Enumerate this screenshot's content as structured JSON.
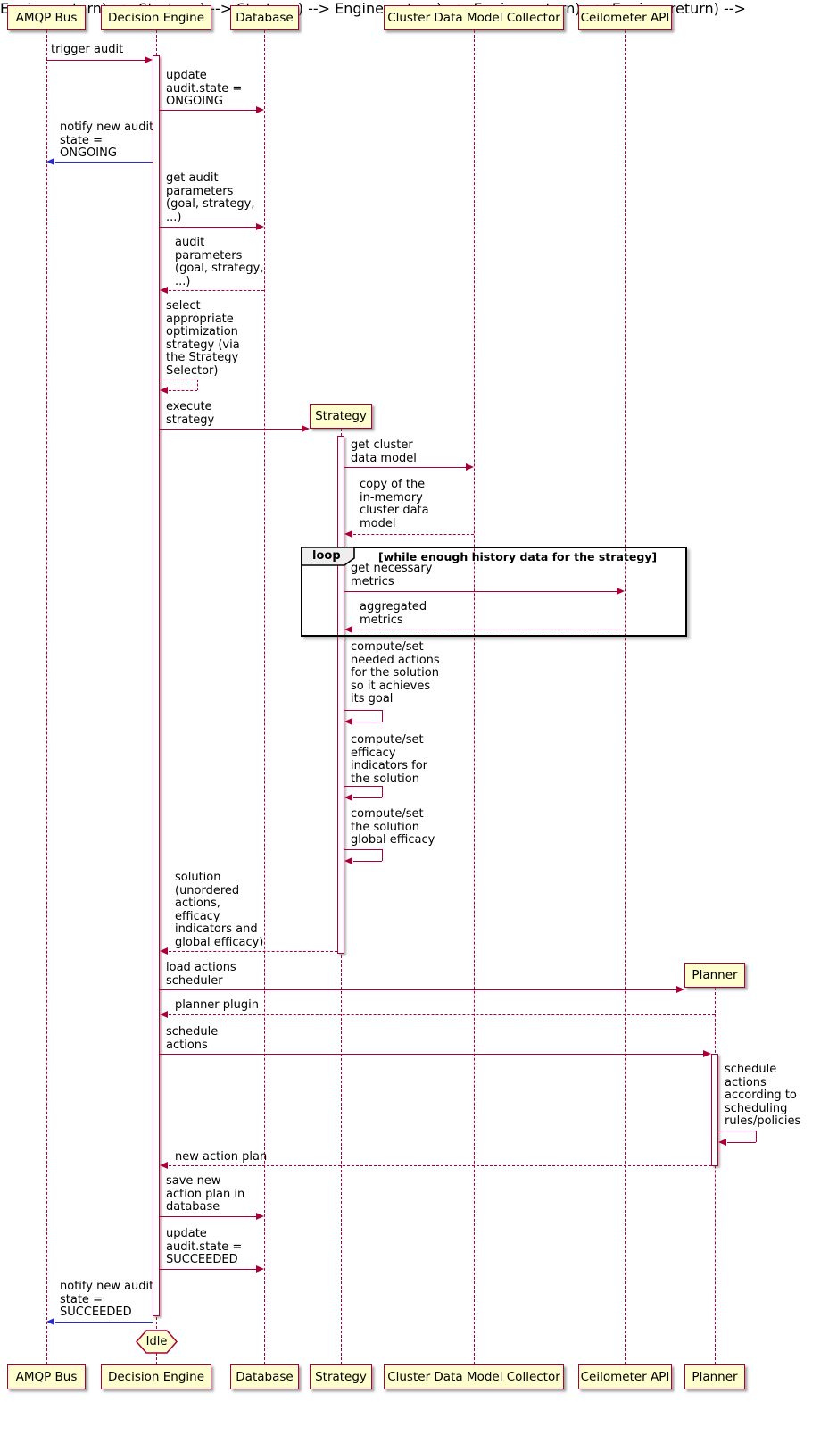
{
  "diagram_type": "sequence",
  "participants": {
    "amqp": "AMQP Bus",
    "engine": "Decision Engine",
    "db": "Database",
    "strategy": "Strategy",
    "cdmc": "Cluster Data Model Collector",
    "ceilometer": "Ceilometer API",
    "planner": "Planner"
  },
  "loop_frame": {
    "label": "loop",
    "condition": "[while enough history data for the strategy]"
  },
  "end_state": {
    "label": "Idle"
  },
  "messages": [
    {
      "id": "trigger-audit",
      "text": "trigger audit"
    },
    {
      "id": "update-state-ongoing",
      "text": "update\naudit.state =\nONGOING"
    },
    {
      "id": "notify-state-ongoing",
      "text": "notify new audit\nstate =\nONGOING"
    },
    {
      "id": "get-audit-parameters",
      "text": "get audit\nparameters\n(goal, strategy,\n...)"
    },
    {
      "id": "return-audit-parameters",
      "text": "audit\nparameters\n(goal, strategy,\n...)"
    },
    {
      "id": "select-strategy",
      "text": "select\nappropriate\noptimization\nstrategy (via\nthe Strategy\nSelector)"
    },
    {
      "id": "execute-strategy",
      "text": "execute\nstrategy"
    },
    {
      "id": "get-cluster-data-model",
      "text": "get cluster\ndata model"
    },
    {
      "id": "return-cluster-data-model",
      "text": "copy of the\nin-memory\ncluster data\nmodel"
    },
    {
      "id": "get-necessary-metrics",
      "text": "get necessary\nmetrics"
    },
    {
      "id": "return-aggregated-metrics",
      "text": "aggregated\nmetrics"
    },
    {
      "id": "compute-needed-actions",
      "text": "compute/set\nneeded actions\nfor the solution\nso it achieves\nits goal"
    },
    {
      "id": "compute-efficacy-indicators",
      "text": "compute/set\nefficacy\nindicators for\nthe solution"
    },
    {
      "id": "compute-global-efficacy",
      "text": "compute/set\nthe solution\nglobal efficacy"
    },
    {
      "id": "return-solution",
      "text": "solution\n(unordered\nactions,\nefficacy\nindicators and\nglobal efficacy)"
    },
    {
      "id": "load-actions-scheduler",
      "text": "load actions\nscheduler"
    },
    {
      "id": "return-planner-plugin",
      "text": "planner plugin"
    },
    {
      "id": "schedule-actions",
      "text": "schedule\nactions"
    },
    {
      "id": "schedule-actions-self",
      "text": "schedule\nactions\naccording to\nscheduling\nrules/policies"
    },
    {
      "id": "return-new-action-plan",
      "text": "new action plan"
    },
    {
      "id": "save-action-plan",
      "text": "save new\naction plan in\ndatabase"
    },
    {
      "id": "update-state-succeeded",
      "text": "update\naudit.state =\nSUCCEEDED"
    },
    {
      "id": "notify-state-succeeded",
      "text": "notify new audit\nstate =\nSUCCEEDED"
    }
  ],
  "colors": {
    "border": "#A80036",
    "participant_fill": "#FEFECE",
    "arrow": "#A80036",
    "notify_arrow": "#2B2BC8",
    "frame_border": "#000000"
  }
}
